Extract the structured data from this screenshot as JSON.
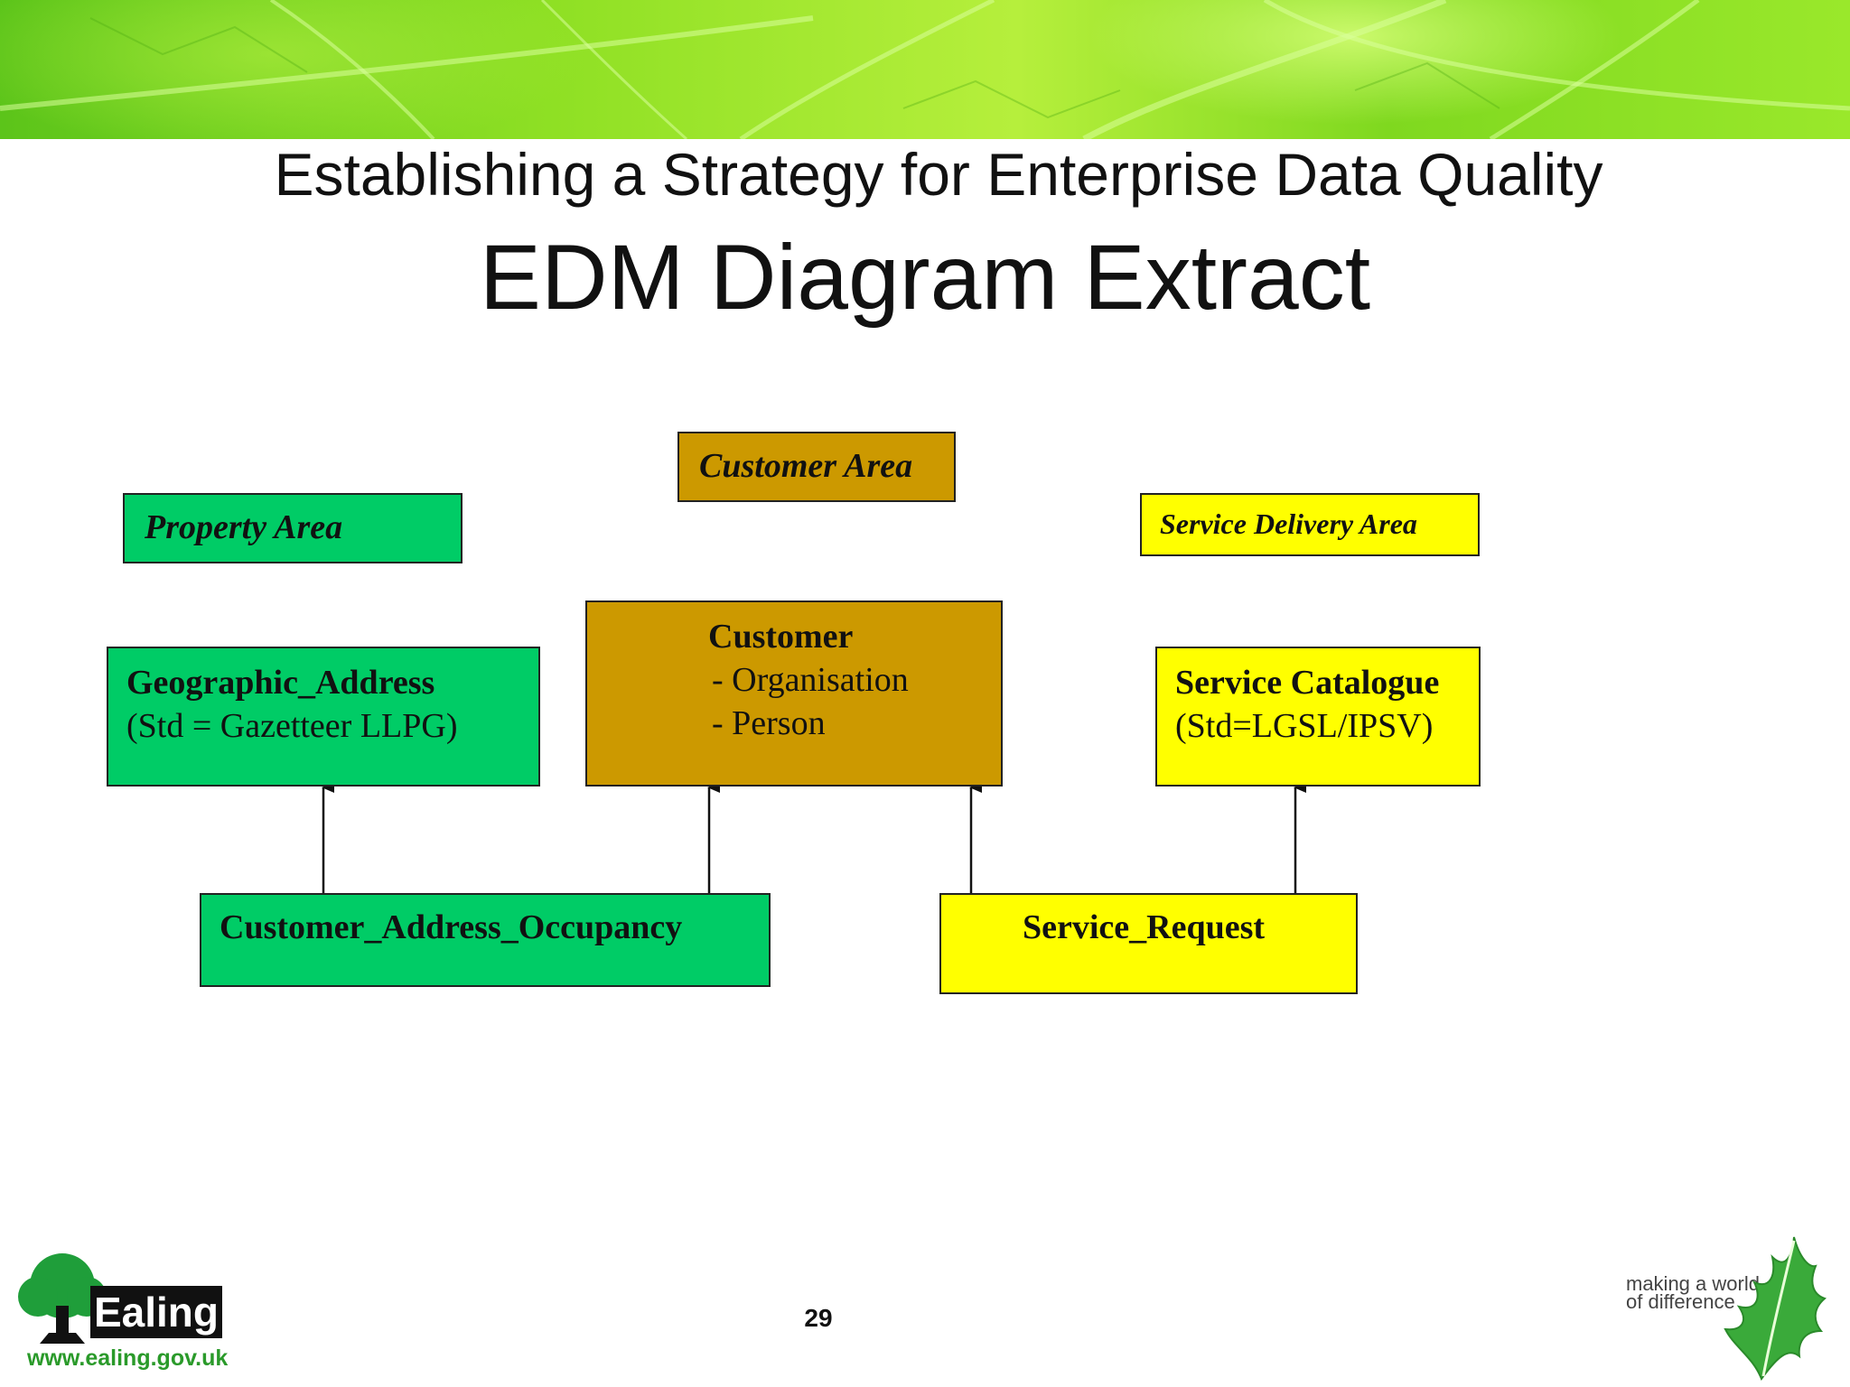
{
  "header": {
    "subtitle": "Establishing a Strategy for Enterprise Data Quality",
    "title": "EDM Diagram Extract"
  },
  "areas": {
    "customer": "Customer Area",
    "property": "Property Area",
    "service_delivery": "Service Delivery Area"
  },
  "entities": {
    "geographic_address": {
      "name": "Geographic_Address",
      "detail": "(Std = Gazetteer LLPG)"
    },
    "customer": {
      "name": "Customer",
      "subtypes": [
        "- Organisation",
        "- Person"
      ]
    },
    "service_catalogue": {
      "name": "Service Catalogue",
      "detail": "(Std=LGSL/IPSV)"
    },
    "customer_address_occupancy": {
      "name": "Customer_Address_Occupancy"
    },
    "service_request": {
      "name": "Service_Request"
    }
  },
  "relationships": [
    {
      "from": "Customer_Address_Occupancy",
      "to": "Geographic_Address"
    },
    {
      "from": "Customer_Address_Occupancy",
      "to": "Customer"
    },
    {
      "from": "Service_Request",
      "to": "Customer"
    },
    {
      "from": "Service_Request",
      "to": "Service Catalogue"
    }
  ],
  "colors": {
    "property": "#00cc66",
    "customer": "#cc9900",
    "service": "#ffff00",
    "banner": "#8fe024"
  },
  "footer": {
    "page_number": "29",
    "logo_text": "Ealing",
    "logo_url": "www.ealing.gov.uk",
    "tagline_line1": "making a world",
    "tagline_line2": "of difference"
  }
}
